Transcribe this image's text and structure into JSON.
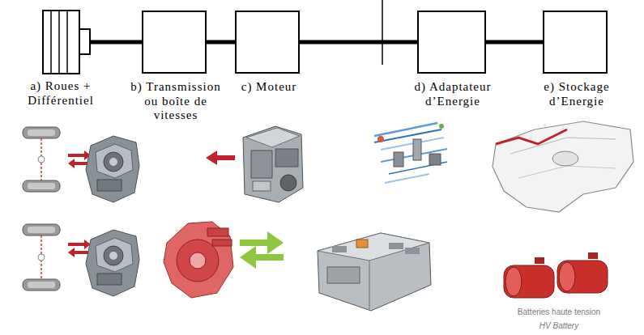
{
  "diagram": {
    "nodes": [
      {
        "text": [
          "a) Roues + Différentiel"
        ]
      },
      {
        "text": [
          "b) Transmission ou boîte de vitesses"
        ]
      },
      {
        "text": [
          "c) Moteur"
        ]
      },
      {
        "text": [
          "d) Adaptateur d’Energie"
        ]
      },
      {
        "text": [
          "e) Stockage d’Energie"
        ]
      }
    ],
    "edges": [
      {
        "from": 0,
        "to": 1,
        "arrow": "none"
      },
      {
        "from": 1,
        "to": 2,
        "arrow": "none"
      },
      {
        "from": 2,
        "to": 3,
        "arrow": "none"
      },
      {
        "from": 3,
        "to": 4,
        "arrow": "none"
      }
    ],
    "labels": [
      "Batteries haute tension",
      "HV Battery"
    ]
  }
}
